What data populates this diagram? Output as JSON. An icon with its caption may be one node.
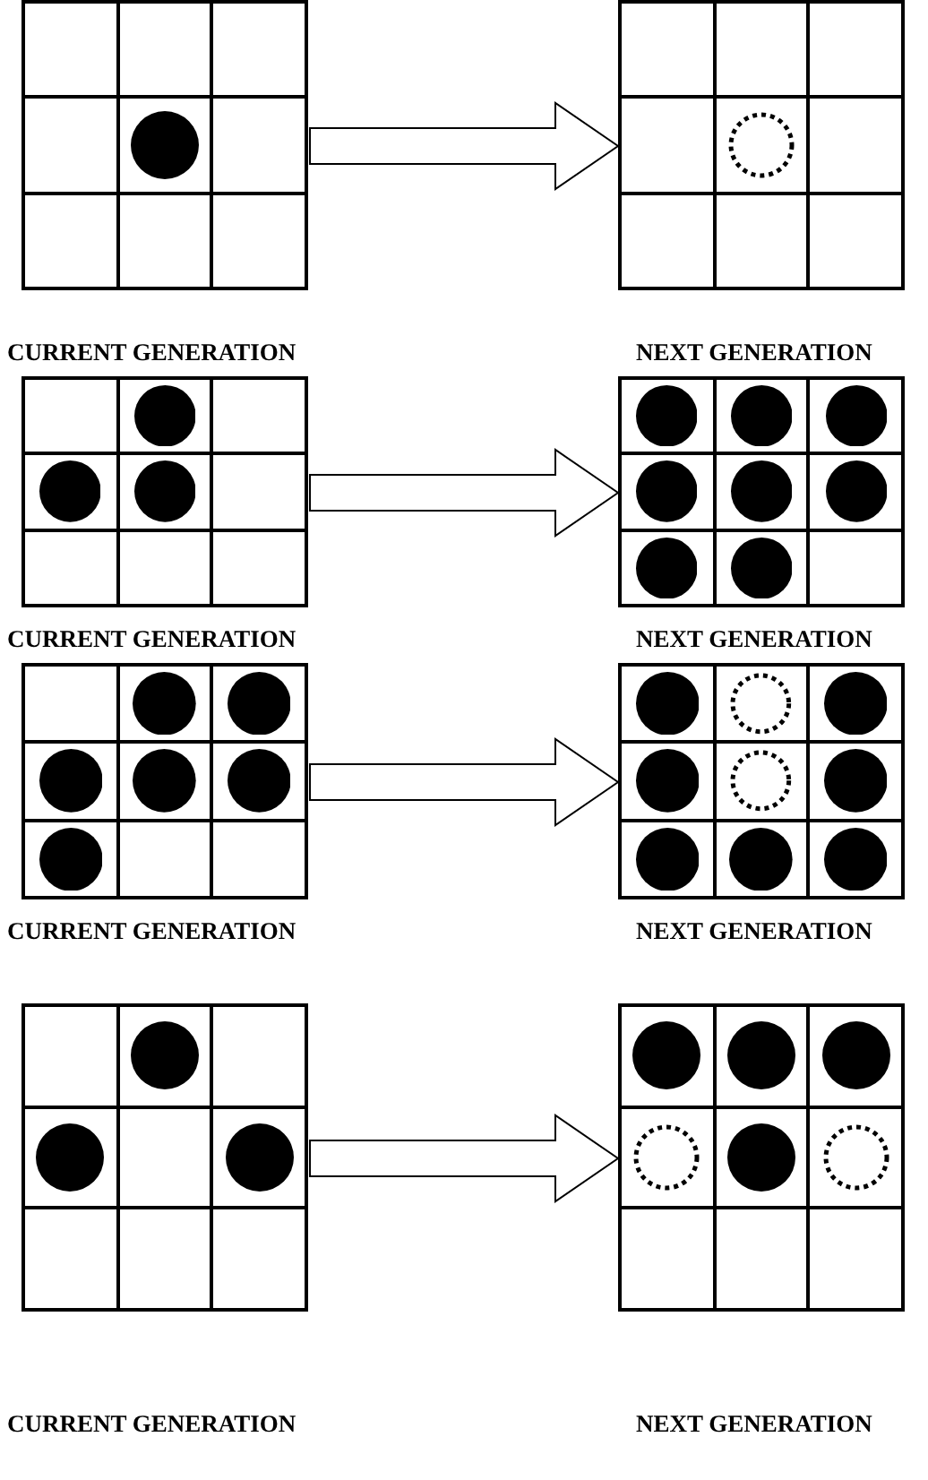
{
  "diagram": {
    "nodes": [
      {
        "text": [
          "CURRENT GENERATION"
        ]
      },
      {
        "text": [
          "NEXT GENERATION"
        ]
      },
      {
        "text": [
          "CURRENT GENERATION"
        ]
      },
      {
        "text": [
          "NEXT GENERATION"
        ]
      },
      {
        "text": [
          "CURRENT GENERATION"
        ]
      },
      {
        "text": [
          "NEXT GENERATION"
        ]
      },
      {
        "text": [
          "CURRENT GENERATION"
        ]
      },
      {
        "text": [
          "NEXT GENERATION"
        ]
      }
    ],
    "edges": [
      {
        "from": 0,
        "to": 1,
        "arrow": "to"
      },
      {
        "from": 2,
        "to": 3,
        "arrow": "to"
      },
      {
        "from": 4,
        "to": 5,
        "arrow": "to"
      },
      {
        "from": 6,
        "to": 7,
        "arrow": "to"
      }
    ]
  }
}
